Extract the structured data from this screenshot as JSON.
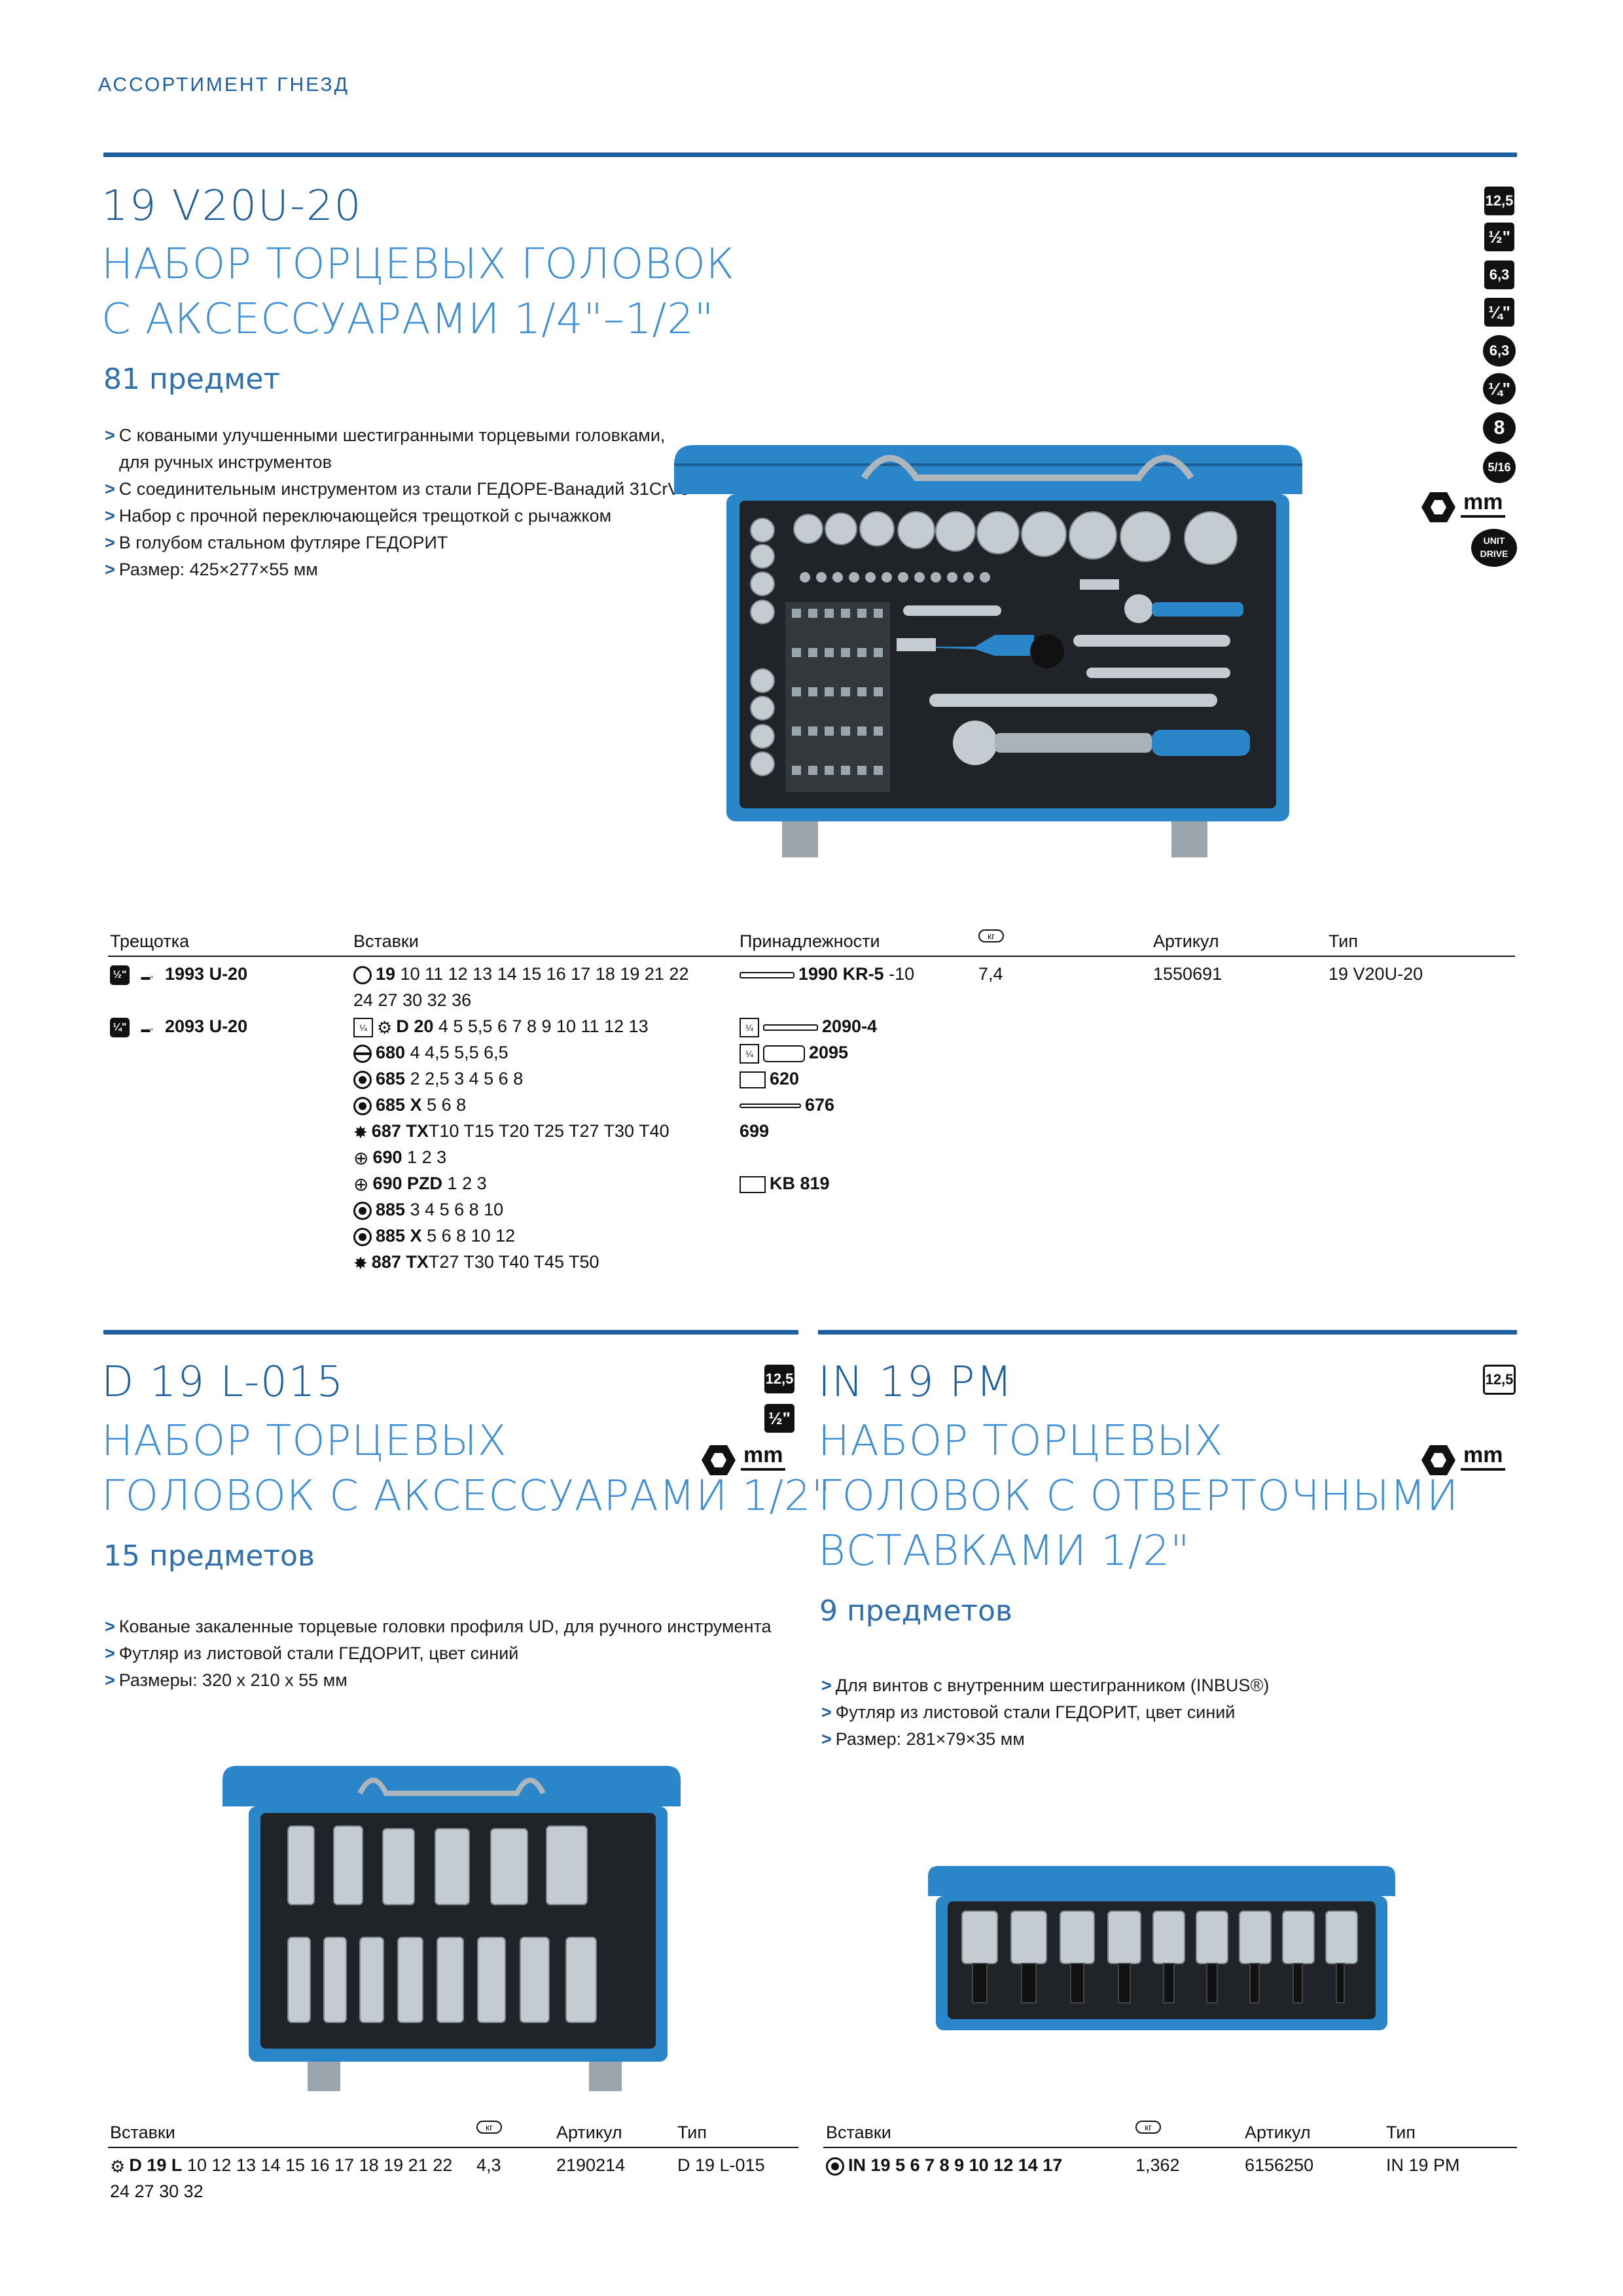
{
  "header": {
    "section": "АССОРТИМЕНТ ГНЕЗД"
  },
  "colors": {
    "brand_blue": "#1d5f9e",
    "title_blue": "#3f8fd4",
    "case_blue": "#2b86c9"
  },
  "product1": {
    "code": "19 V20U-20",
    "title_line1": "НАБОР ТОРЦЕВЫХ ГОЛОВОК",
    "title_line2": "С АКСЕССУАРАМИ 1/4\"–1/2\"",
    "count": "81 предмет",
    "bullets": [
      "С коваными улучшенными шестигранными торцевыми головками,",
      "для ручных инструментов",
      "С соединительным инструментом из стали ГЕДОРЕ-Ванадий 31CrV3",
      "Набор с прочной переключающейся трещоткой с рычажком",
      "В голубом стальном футляре ГЕДОРИТ",
      "Размер: 425×277×55 мм"
    ],
    "badges": [
      "12,5",
      "½\"",
      "6,3",
      "¼\"",
      "6,3",
      "¼\"",
      "8",
      "5/16",
      "mm",
      "UNIT DRIVE"
    ],
    "table": {
      "headers": [
        "Трещотка",
        "Вставки",
        "Принадлежности",
        "кг",
        "Артикул",
        "Тип"
      ],
      "ratchets": [
        {
          "size": "½\"",
          "name": "1993 U-20"
        },
        {
          "size": "¼\"",
          "name": "2093 U-20"
        }
      ],
      "inserts": [
        {
          "name": "19",
          "sizes": "10 11 12 13 14 15 16 17 18 19 21 22"
        },
        {
          "name": "",
          "sizes": "24 27 30 32 36"
        },
        {
          "name": "D 20",
          "sizes": "4 5 5,5 6 7 8 9 10 11 12 13"
        },
        {
          "name": "680",
          "sizes": "4 4,5 5,5 6,5"
        },
        {
          "name": "685",
          "sizes": "2 2,5 3 4 5 6 8"
        },
        {
          "name": "685 X",
          "sizes": "5 6 8"
        },
        {
          "name": "687 TX",
          "sizes": "T10 T15 T20 T25 T27 T30 T40"
        },
        {
          "name": "690",
          "sizes": "1 2 3"
        },
        {
          "name": "690 PZD",
          "sizes": "1 2 3"
        },
        {
          "name": "885",
          "sizes": "3 4 5 6 8 10"
        },
        {
          "name": "885 X",
          "sizes": "5 6 8 10 12"
        },
        {
          "name": "887 TX",
          "sizes": "T27 T30 T40 T45 T50"
        }
      ],
      "accessories": [
        {
          "name": "1990 KR-5",
          "extra": "-10"
        },
        {
          "name": "2090-4",
          "extra": ""
        },
        {
          "name": "2095",
          "extra": ""
        },
        {
          "name": "620",
          "extra": ""
        },
        {
          "name": "676",
          "extra": ""
        },
        {
          "name": "699",
          "extra": ""
        },
        {
          "name": "KB 819",
          "extra": ""
        }
      ],
      "weight": "7,4",
      "article": "1550691",
      "type": "19 V20U-20"
    }
  },
  "product2": {
    "code": "D 19 L-015",
    "title_line1": "НАБОР ТОРЦЕВЫХ",
    "title_line2": "ГОЛОВОК С АКСЕССУАРАМИ 1/2\"",
    "count": "15 предметов",
    "bullets": [
      "Кованые закаленные торцевые головки профиля UD, для ручного инструмента",
      "Футляр из листовой стали ГЕДОРИТ, цвет синий",
      "Размеры: 320 x 210 x 55 мм"
    ],
    "badges": [
      "12,5",
      "½\"",
      "mm"
    ],
    "table": {
      "headers": [
        "Вставки",
        "кг",
        "Артикул",
        "Тип"
      ],
      "insert_name": "D 19 L",
      "insert_sizes": "10 12 13 14 15 16 17 18 19 21 22",
      "insert_sizes2": "24 27 30 32",
      "weight": "4,3",
      "article": "2190214",
      "type": "D 19 L-015"
    }
  },
  "product3": {
    "code": "IN 19 PM",
    "title_line1": "НАБОР ТОРЦЕВЫХ",
    "title_line2": "ГОЛОВОК С ОТВЕРТОЧНЫМИ",
    "title_line3": "ВСТАВКАМИ 1/2\"",
    "count": "9 предметов",
    "bullets": [
      "Для винтов с внутренним шестигранником (INBUS®)",
      "Футляр из листовой стали ГЕДОРИТ, цвет синий",
      "Размер: 281×79×35 мм"
    ],
    "badges": [
      "12,5",
      "mm"
    ],
    "table": {
      "headers": [
        "Вставки",
        "кг",
        "Артикул",
        "Тип"
      ],
      "insert_name": "IN 19",
      "insert_sizes": "5 6 7 8 9 10 12 14 17",
      "weight": "1,362",
      "article": "6156250",
      "type": "IN 19 PM"
    }
  }
}
